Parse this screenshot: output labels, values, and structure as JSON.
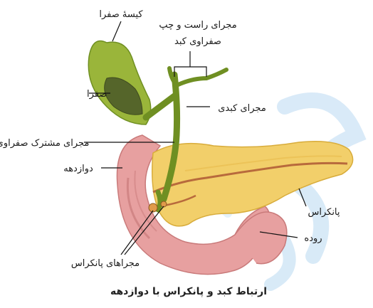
{
  "labels": {
    "gallbladder": "کیسهٔ صفرا",
    "bile": "صفرا",
    "hepatic_ducts_line1": "مجرای راست و چپ",
    "hepatic_ducts_line2": "صفراوی کبد",
    "hepatic_duct": "مجرای کبدی",
    "common_bile_duct": "مجرای مشترک صفراوی",
    "duodenum": "دوازدهه",
    "pancreas": "پانکراس",
    "intestine": "روده",
    "pancreatic_ducts": "مجراهای پانکراس"
  },
  "caption": "ارتباط کبد و پانکراس با دوازدهه",
  "colors": {
    "gallbladder": "#9ab53a",
    "bile": "#55652a",
    "duct": "#6f8f22",
    "pancreas": "#f2cf6a",
    "duodenum": "#e7a0a0",
    "duct_inner": "#b86a3c",
    "watermark": "#b9d9f2"
  }
}
